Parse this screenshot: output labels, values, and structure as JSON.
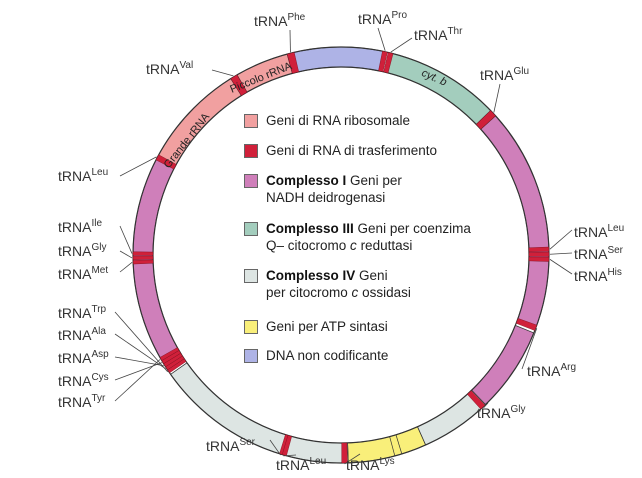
{
  "colors": {
    "rrna": "#f1a0a0",
    "trna": "#d0203a",
    "nadh": "#cf7fba",
    "cytb": "#a3cdbd",
    "cox": "#dde5e3",
    "atp": "#f9ef7a",
    "noncoding": "#aeb3e6",
    "outline": "#333333"
  },
  "ring_labels": {
    "grande_rrna": "Grande rRNA",
    "piccolo_rrna": "Piccolo rRNA",
    "cyt_b": "cyt. b"
  },
  "trna_labels": [
    {
      "base": "tRNA",
      "sup": "Phe"
    },
    {
      "base": "tRNA",
      "sup": "Pro"
    },
    {
      "base": "tRNA",
      "sup": "Thr"
    },
    {
      "base": "tRNA",
      "sup": "Val"
    },
    {
      "base": "tRNA",
      "sup": "Glu"
    },
    {
      "base": "tRNA",
      "sup": "Leu"
    },
    {
      "base": "tRNA",
      "sup": "Ile"
    },
    {
      "base": "tRNA",
      "sup": "Gly"
    },
    {
      "base": "tRNA",
      "sup": "Met"
    },
    {
      "base": "tRNA",
      "sup": "Leu"
    },
    {
      "base": "tRNA",
      "sup": "Ser"
    },
    {
      "base": "tRNA",
      "sup": "His"
    },
    {
      "base": "tRNA",
      "sup": "Trp"
    },
    {
      "base": "tRNA",
      "sup": "Ala"
    },
    {
      "base": "tRNA",
      "sup": "Asp"
    },
    {
      "base": "tRNA",
      "sup": "Cys"
    },
    {
      "base": "tRNA",
      "sup": "Tyr"
    },
    {
      "base": "tRNA",
      "sup": "Arg"
    },
    {
      "base": "tRNA",
      "sup": "Gly"
    },
    {
      "base": "tRNA",
      "sup": "Ser"
    },
    {
      "base": "tRNA",
      "sup": "Leu"
    },
    {
      "base": "tRNA",
      "sup": "Lys"
    }
  ],
  "legend": {
    "rrna": "Geni di RNA ribosomale",
    "trna": "Geni di RNA di trasferimento",
    "nadh_bold": "Complesso I",
    "nadh_rest1": "Geni per",
    "nadh_line2": "NADH deidrogenasi",
    "cytb_bold": "Complesso III",
    "cytb_rest1": "Geni per coenzima",
    "cytb_line2a": "Q– citocromo",
    "cytb_c": "c",
    "cytb_line2b": "reduttasi",
    "cox_bold": "Complesso IV",
    "cox_rest1": "Geni",
    "cox_line2a": "per citocromo",
    "cox_c": "c",
    "cox_line2b": "ossidasi",
    "atp": "Geni per ATP sintasi",
    "noncoding": "DNA non codificante"
  }
}
